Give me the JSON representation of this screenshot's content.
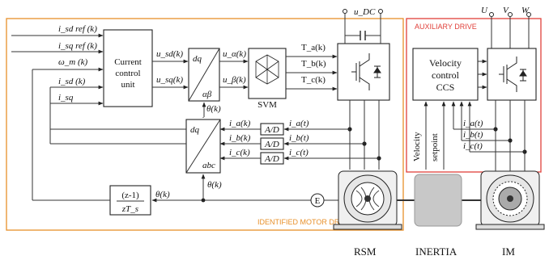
{
  "inputs": [
    "i_sd ref (k)",
    "i_sq ref (k)",
    "ω_m (k)",
    "i_sd (k)",
    "i_sq"
  ],
  "blocks": {
    "current_control": "Current control unit",
    "dq_ab": [
      "dq",
      "αβ"
    ],
    "svm": "SVM",
    "dq_abc": [
      "dq",
      "abc"
    ],
    "ad": "A/D",
    "diff": [
      "(z-1)",
      "zT_s"
    ],
    "velocity": [
      "Velocity",
      "control",
      "CCS"
    ],
    "encoder": "E"
  },
  "signals": {
    "u_sd": "u_sd(k)",
    "u_sq": "u_sq(k)",
    "u_alpha": "u_α(k)",
    "u_beta": "u_β(k)",
    "theta1": "θ(k)",
    "theta2": "θ(k)",
    "theta3": "θ(k)",
    "Ta": "T_a(k)",
    "Tb": "T_b(k)",
    "Tc": "T_c(k)",
    "ia_k": "i_a(k)",
    "ib_k": "i_b(k)",
    "ic_k": "i_c(k)",
    "ia_t": "i_a(t)",
    "ib_t": "i_b(t)",
    "ic_t": "i_c(t)",
    "ia_t2": "i_a(t)",
    "ib_t2": "i_b(t)",
    "ic_t2": "i_c(t)",
    "udc": "u_DC",
    "U": "U",
    "V": "V",
    "W": "W",
    "setpoint": "Velocity setpoint"
  },
  "regions": {
    "identified": "IDENTIFIED MOTOR DRIVE",
    "auxiliary": "AUXILIARY DRIVE"
  },
  "machines": [
    "RSM",
    "INERTIA",
    "IM"
  ],
  "colors": {
    "identified": "#e8902a",
    "auxiliary": "#e0403a",
    "inertia": "#c8c8c8"
  }
}
